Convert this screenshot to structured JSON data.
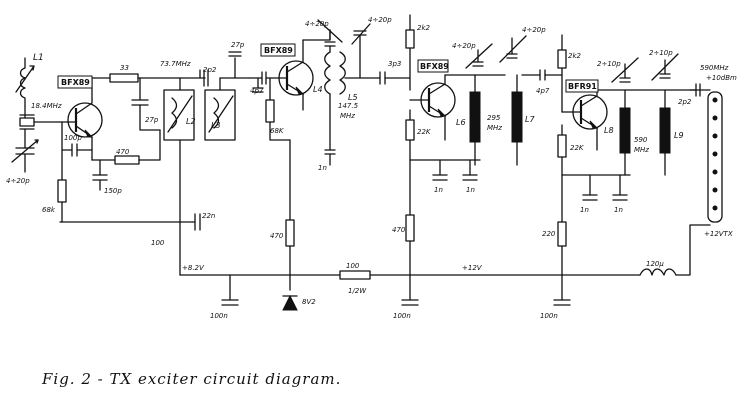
{
  "caption": "Fig. 2   - TX exciter circuit diagram.",
  "transistors": {
    "q1": "BFX89",
    "q2": "BFX89",
    "q3": "BFX89",
    "q4": "BFR91"
  },
  "inductors": {
    "l1": "L1",
    "l2": "L2",
    "l3": "L3",
    "l4": "L4",
    "l5": "L5",
    "l6": "L6",
    "l7": "L7",
    "l8": "L8",
    "l9": "L9"
  },
  "values": {
    "c_trim1": "4÷20p",
    "crystal": "18.4MHz",
    "r_33": "33",
    "c_27p_a": "27p",
    "c_100p": "100p",
    "r_470_a": "470",
    "c_150p": "150p",
    "r_68k_a": "68k",
    "freq_73": "73.7MHz",
    "c_2p2_a": "2p2",
    "c_27p_b": "27p",
    "c_22n": "22n",
    "r_100_a": "100",
    "v_82": "+8.2V",
    "c_4p7_a": "4p7",
    "r_68k_b": "68K",
    "c_4_20_b": "4÷20p",
    "freq_1475_a": "147.5",
    "freq_1475_b": "MHz",
    "c_1n_a": "1n",
    "r_470_b": "470",
    "zener": "8V2",
    "c_100n_a": "100n",
    "c_100n_b": "100n",
    "r_100_b": "100",
    "r_100_power": "1/2W",
    "c_4_20_c": "4÷20p",
    "c_3p3": "3p3",
    "r_2k2_a": "2k2",
    "c_4_20_d": "4÷20p",
    "r_22k_a": "22K",
    "freq_295_a": "295",
    "freq_295_b": "MHz",
    "c_1n_b": "1n",
    "c_1n_c": "1n",
    "r_470_c": "470",
    "v_12": "+12V",
    "c_100n_c": "100n",
    "c_4_20_e": "4÷20p",
    "c_4p7_b": "4p7",
    "r_2k2_b": "2k2",
    "c_2_10_a": "2÷10p",
    "c_2_10_b": "2÷10p",
    "r_22k_b": "22K",
    "freq_590_a": "590",
    "freq_590_b": "MHz",
    "c_1n_d": "1n",
    "c_1n_e": "1n",
    "r_220": "220",
    "c_100n_d": "100n",
    "l_120u": "120µ",
    "out_freq": "590MHz",
    "out_power": "+10dBm",
    "c_2p2_b": "2p2",
    "v_12tx": "+12VTX"
  }
}
